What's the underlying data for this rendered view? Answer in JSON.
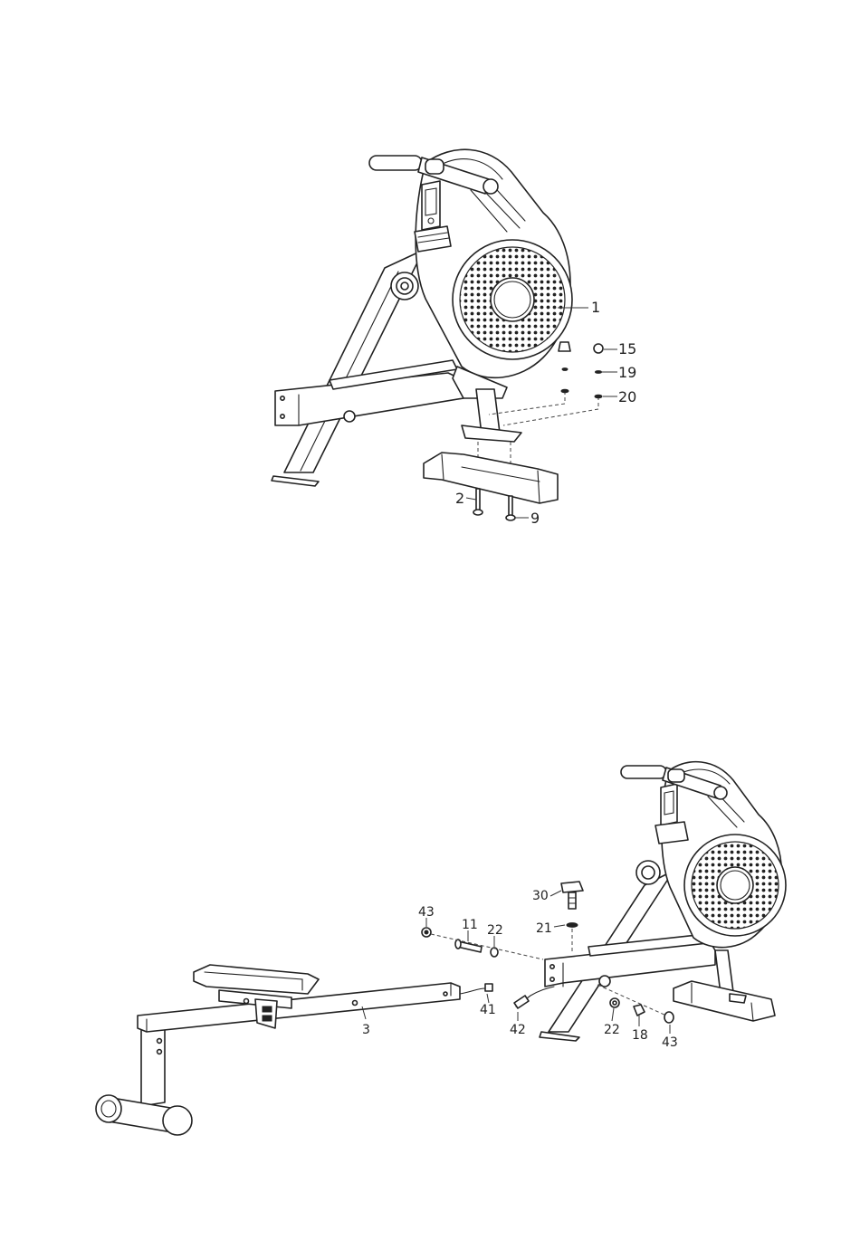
{
  "figure1": {
    "callouts": [
      "1",
      "15",
      "19",
      "20",
      "2",
      "9"
    ]
  },
  "figure2": {
    "callouts": [
      "43",
      "11",
      "22",
      "30",
      "21",
      "41",
      "3",
      "42",
      "22",
      "18",
      "43"
    ]
  }
}
